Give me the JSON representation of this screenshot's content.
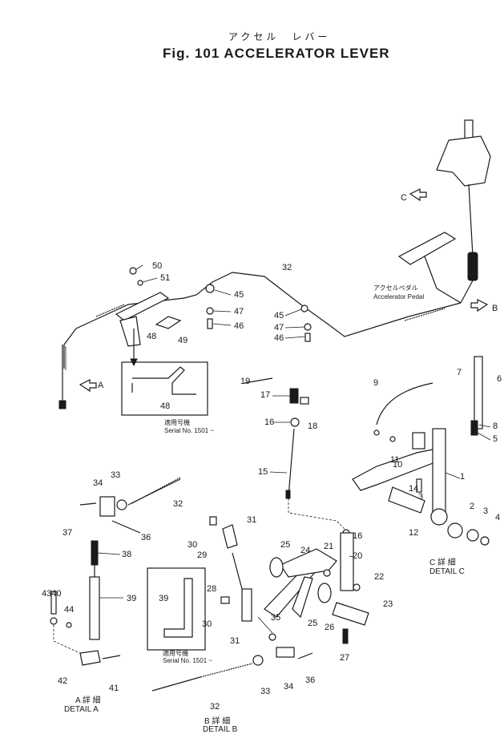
{
  "header": {
    "kana": "アクセル　レバー",
    "title": "Fig. 101  ACCELERATOR LEVER"
  },
  "labels": {
    "accel_pedal_jp": "アクセルペダル",
    "accel_pedal_en": "Accelerator Pedal",
    "arrow_a": "A",
    "arrow_b": "B",
    "arrow_c": "C"
  },
  "insets": {
    "serial_jp": "適用号機",
    "serial_en": "Serial No. 1501 ~",
    "inset1_part": "48",
    "inset2_part": "39"
  },
  "details": {
    "a_jp": "A 詳 細",
    "a_en": "DETAIL A",
    "b_jp": "B 詳 細",
    "b_en": "DETAIL B",
    "c_jp": "C 詳 細",
    "c_en": "DETAIL C"
  },
  "parts": {
    "p1": "1",
    "p2": "2",
    "p3a": "3",
    "p3b": "3",
    "p4": "4",
    "p5": "5",
    "p6": "6",
    "p7": "7",
    "p8": "8",
    "p9": "9",
    "p10": "10",
    "p11": "11",
    "p12": "12",
    "p14": "14",
    "p15": "15",
    "p16a": "16",
    "p16b": "16",
    "p17": "17",
    "p18": "18",
    "p19": "19",
    "p20": "20",
    "p21": "21",
    "p22": "22",
    "p23": "23",
    "p24": "24",
    "p25a": "25",
    "p25b": "25",
    "p26": "26",
    "p27": "27",
    "p28": "28",
    "p29": "29",
    "p30a": "30",
    "p30b": "30",
    "p31a": "31",
    "p31b": "31",
    "p32a": "32",
    "p32b": "32",
    "p32c": "32",
    "p33a": "33",
    "p33b": "33",
    "p34a": "34",
    "p34b": "34",
    "p35": "35",
    "p36a": "36",
    "p36b": "36",
    "p37": "37",
    "p38": "38",
    "p39": "39",
    "p41": "41",
    "p42": "42",
    "p4340": "4340",
    "p44": "44",
    "p45a": "45",
    "p45b": "45",
    "p46a": "46",
    "p46b": "46",
    "p47a": "47",
    "p47b": "47",
    "p48": "48",
    "p49": "49",
    "p50": "50",
    "p51": "51"
  }
}
